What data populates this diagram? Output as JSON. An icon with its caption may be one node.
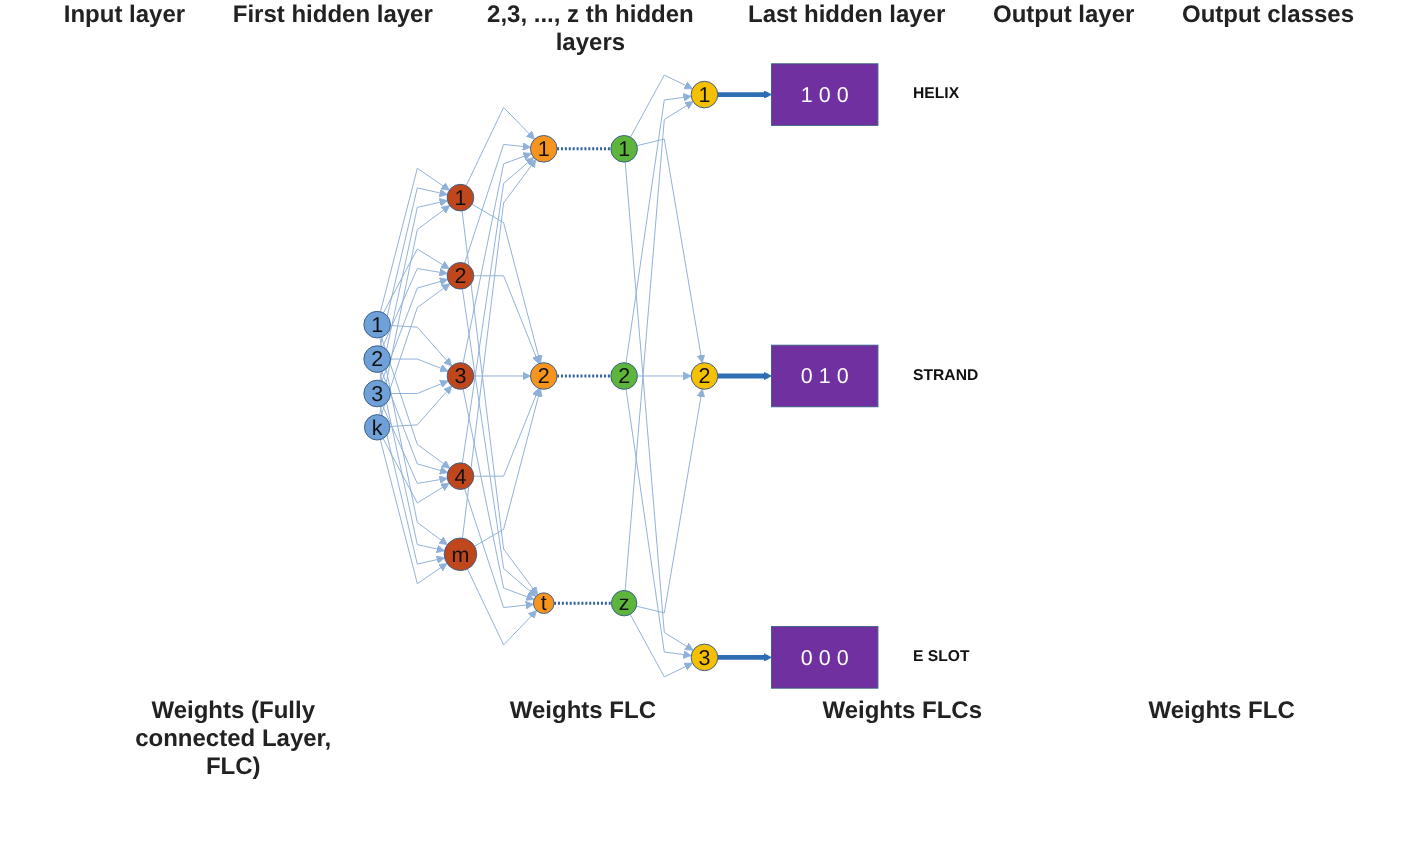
{
  "diagram": {
    "nodes": [
      {
        "text": [
          "1"
        ]
      },
      {
        "text": [
          "2"
        ]
      },
      {
        "text": [
          "3"
        ]
      },
      {
        "text": [
          "k"
        ]
      },
      {
        "text": [
          "1"
        ]
      },
      {
        "text": [
          "2"
        ]
      },
      {
        "text": [
          "3"
        ]
      },
      {
        "text": [
          "4"
        ]
      },
      {
        "text": [
          "m"
        ]
      },
      {
        "text": [
          "1"
        ]
      },
      {
        "text": [
          "2"
        ]
      },
      {
        "text": [
          "t"
        ]
      },
      {
        "text": [
          "1"
        ]
      },
      {
        "text": [
          "2"
        ]
      },
      {
        "text": [
          "z"
        ]
      },
      {
        "text": [
          "1"
        ]
      },
      {
        "text": [
          "2"
        ]
      },
      {
        "text": [
          "3"
        ]
      },
      {
        "text": [
          "1",
          "0",
          "0"
        ],
        "beside": [
          "HELIX"
        ]
      },
      {
        "text": [
          "0",
          "1",
          "0"
        ],
        "beside": [
          "STRAND"
        ]
      },
      {
        "text": [
          "0",
          "0",
          "0"
        ],
        "beside": [
          "E SLOT"
        ]
      }
    ],
    "edges": [
      {
        "from": 0,
        "to": 4,
        "arrow": "to"
      },
      {
        "from": 0,
        "to": 5,
        "arrow": "to"
      },
      {
        "from": 0,
        "to": 6,
        "arrow": "to"
      },
      {
        "from": 0,
        "to": 7,
        "arrow": "to"
      },
      {
        "from": 0,
        "to": 8,
        "arrow": "to"
      },
      {
        "from": 1,
        "to": 4,
        "arrow": "to"
      },
      {
        "from": 1,
        "to": 5,
        "arrow": "to"
      },
      {
        "from": 1,
        "to": 6,
        "arrow": "to"
      },
      {
        "from": 1,
        "to": 7,
        "arrow": "to"
      },
      {
        "from": 1,
        "to": 8,
        "arrow": "to"
      },
      {
        "from": 2,
        "to": 4,
        "arrow": "to"
      },
      {
        "from": 2,
        "to": 5,
        "arrow": "to"
      },
      {
        "from": 2,
        "to": 6,
        "arrow": "to"
      },
      {
        "from": 2,
        "to": 7,
        "arrow": "to"
      },
      {
        "from": 2,
        "to": 8,
        "arrow": "to"
      },
      {
        "from": 3,
        "to": 4,
        "arrow": "to"
      },
      {
        "from": 3,
        "to": 5,
        "arrow": "to"
      },
      {
        "from": 3,
        "to": 6,
        "arrow": "to"
      },
      {
        "from": 3,
        "to": 7,
        "arrow": "to"
      },
      {
        "from": 3,
        "to": 8,
        "arrow": "to"
      },
      {
        "from": 4,
        "to": 9,
        "arrow": "to"
      },
      {
        "from": 4,
        "to": 10,
        "arrow": "to"
      },
      {
        "from": 4,
        "to": 11,
        "arrow": "to"
      },
      {
        "from": 5,
        "to": 9,
        "arrow": "to"
      },
      {
        "from": 5,
        "to": 10,
        "arrow": "to"
      },
      {
        "from": 5,
        "to": 11,
        "arrow": "to"
      },
      {
        "from": 6,
        "to": 9,
        "arrow": "to"
      },
      {
        "from": 6,
        "to": 10,
        "arrow": "to"
      },
      {
        "from": 6,
        "to": 11,
        "arrow": "to"
      },
      {
        "from": 7,
        "to": 9,
        "arrow": "to"
      },
      {
        "from": 7,
        "to": 10,
        "arrow": "to"
      },
      {
        "from": 7,
        "to": 11,
        "arrow": "to"
      },
      {
        "from": 8,
        "to": 9,
        "arrow": "to"
      },
      {
        "from": 8,
        "to": 10,
        "arrow": "to"
      },
      {
        "from": 8,
        "to": 11,
        "arrow": "to"
      },
      {
        "from": 9,
        "to": 12,
        "arrow": "none",
        "style": "dashed",
        "color": "#2f5f9e"
      },
      {
        "from": 10,
        "to": 13,
        "arrow": "none",
        "style": "dashed",
        "color": "#2f5f9e"
      },
      {
        "from": 11,
        "to": 14,
        "arrow": "none",
        "style": "dashed",
        "color": "#2f5f9e"
      },
      {
        "from": 12,
        "to": 15,
        "arrow": "to"
      },
      {
        "from": 12,
        "to": 16,
        "arrow": "to"
      },
      {
        "from": 12,
        "to": 17,
        "arrow": "to"
      },
      {
        "from": 13,
        "to": 15,
        "arrow": "to"
      },
      {
        "from": 13,
        "to": 16,
        "arrow": "to"
      },
      {
        "from": 13,
        "to": 17,
        "arrow": "to"
      },
      {
        "from": 14,
        "to": 15,
        "arrow": "to"
      },
      {
        "from": 14,
        "to": 16,
        "arrow": "to"
      },
      {
        "from": 14,
        "to": 17,
        "arrow": "to"
      },
      {
        "from": 15,
        "to": 18,
        "arrow": "to",
        "style": "thick",
        "color": "#2e6db4"
      },
      {
        "from": 16,
        "to": 19,
        "arrow": "to",
        "style": "thick",
        "color": "#2e6db4"
      },
      {
        "from": 17,
        "to": 20,
        "arrow": "to",
        "style": "thick",
        "color": "#2e6db4"
      }
    ],
    "labels": [
      "Input layer",
      "First hidden layer",
      "2,3, ..., z th hidden layers",
      "Last hidden layer",
      "Output layer",
      "Output classes",
      "Weights (Fully connected Layer, FLC)",
      "Weights FLC",
      "Weights FLCs",
      "Weights FLC"
    ]
  }
}
